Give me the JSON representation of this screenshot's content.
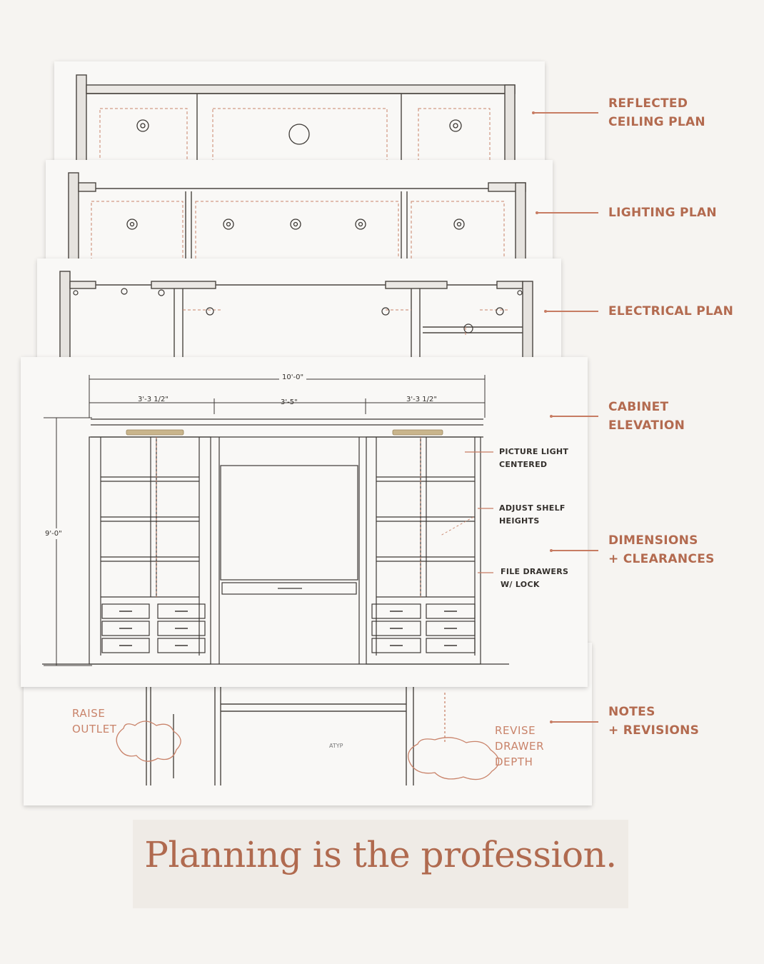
{
  "callouts": {
    "reflected_ceiling": "REFLECTED\nCEILING PLAN",
    "lighting": "LIGHTING PLAN",
    "electrical": "ELECTRICAL PLAN",
    "cabinet": "CABINET\nELEVATION",
    "dimensions": "DIMENSIONS\n+ CLEARANCES",
    "notes": "NOTES\n+ REVISIONS"
  },
  "elevation": {
    "overall_width": "10'-0\"",
    "left_width": "3'-3 1/2\"",
    "center_width": "3'-5\"",
    "right_width": "3'-3 1/2\"",
    "height": "9'-0\"",
    "notes": {
      "picture_light": "PICTURE LIGHT\nCENTERED",
      "shelf": "ADJUST SHELF\nHEIGHTS",
      "drawers": "FILE DRAWERS\nW/ LOCK"
    }
  },
  "handwritten": {
    "raise_outlet": "RAISE\nOUTLET",
    "revise_drawer": "REVISE\nDRAWER\nDEPTH"
  },
  "tagline": "Planning is the profession.",
  "colors": {
    "accent": "#b36a4f",
    "ink": "#34302c",
    "paper": "#f9f8f6",
    "background": "#f6f4f1"
  }
}
